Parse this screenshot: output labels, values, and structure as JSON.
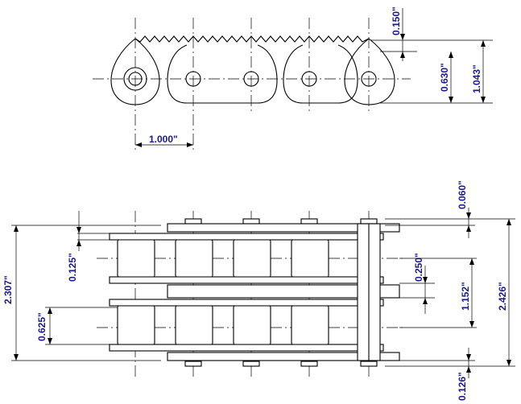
{
  "top_view": {
    "dim_pitch": "1.000\"",
    "dim_tooth_depth": "0.150\"",
    "dim_inner_height": "0.630\"",
    "dim_overall_height": "1.043\""
  },
  "bottom_view": {
    "dim_overall_left": "2.307\"",
    "dim_plate_offset": "0.125\"",
    "dim_roller_width": "0.625\"",
    "dim_top_gap": "0.060\"",
    "dim_mid_gap": "0.250\"",
    "dim_strand_spacing": "1.152\"",
    "dim_overall_right": "2.426\"",
    "dim_bottom_gap": "0.126\""
  },
  "colors": {
    "dimension_text": "#1a1a8c",
    "lines": "#000000"
  }
}
